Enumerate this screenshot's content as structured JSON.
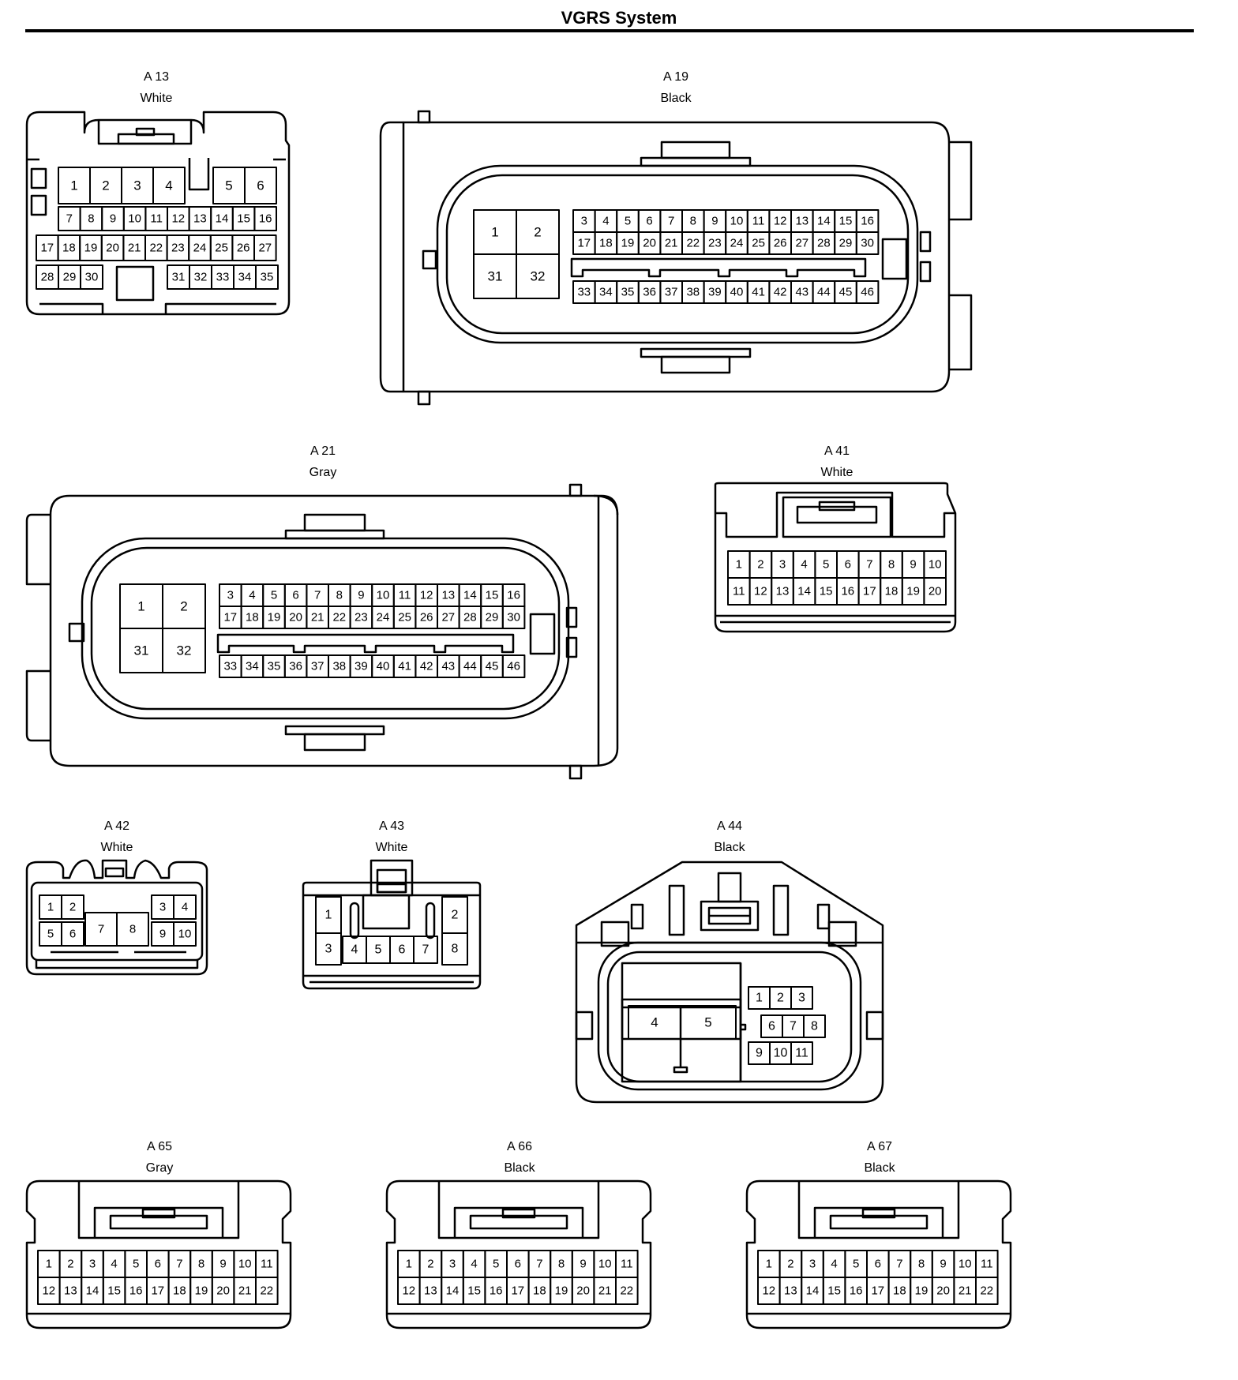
{
  "title": "VGRS System",
  "connectors": [
    {
      "id": "A13",
      "name": "A 13",
      "color": "White",
      "pins": [
        "1",
        "2",
        "3",
        "4",
        "5",
        "6",
        "7",
        "8",
        "9",
        "10",
        "11",
        "12",
        "13",
        "14",
        "15",
        "16",
        "17",
        "18",
        "19",
        "20",
        "21",
        "22",
        "23",
        "24",
        "25",
        "26",
        "27",
        "28",
        "29",
        "30",
        "31",
        "32",
        "33",
        "34",
        "35"
      ]
    },
    {
      "id": "A19",
      "name": "A 19",
      "color": "Black",
      "pins": [
        "1",
        "2",
        "31",
        "32",
        "3",
        "4",
        "5",
        "6",
        "7",
        "8",
        "9",
        "10",
        "11",
        "12",
        "13",
        "14",
        "15",
        "16",
        "17",
        "18",
        "19",
        "20",
        "21",
        "22",
        "23",
        "24",
        "25",
        "26",
        "27",
        "28",
        "29",
        "30",
        "33",
        "34",
        "35",
        "36",
        "37",
        "38",
        "39",
        "40",
        "41",
        "42",
        "43",
        "44",
        "45",
        "46"
      ]
    },
    {
      "id": "A21",
      "name": "A 21",
      "color": "Gray",
      "pins": [
        "1",
        "2",
        "31",
        "32",
        "3",
        "4",
        "5",
        "6",
        "7",
        "8",
        "9",
        "10",
        "11",
        "12",
        "13",
        "14",
        "15",
        "16",
        "17",
        "18",
        "19",
        "20",
        "21",
        "22",
        "23",
        "24",
        "25",
        "26",
        "27",
        "28",
        "29",
        "30",
        "33",
        "34",
        "35",
        "36",
        "37",
        "38",
        "39",
        "40",
        "41",
        "42",
        "43",
        "44",
        "45",
        "46"
      ]
    },
    {
      "id": "A41",
      "name": "A 41",
      "color": "White",
      "pins": [
        "1",
        "2",
        "3",
        "4",
        "5",
        "6",
        "7",
        "8",
        "9",
        "10",
        "11",
        "12",
        "13",
        "14",
        "15",
        "16",
        "17",
        "18",
        "19",
        "20"
      ]
    },
    {
      "id": "A42",
      "name": "A 42",
      "color": "White",
      "pins": [
        "1",
        "2",
        "3",
        "4",
        "5",
        "6",
        "7",
        "8",
        "9",
        "10"
      ]
    },
    {
      "id": "A43",
      "name": "A 43",
      "color": "White",
      "pins": [
        "1",
        "2",
        "3",
        "4",
        "5",
        "6",
        "7",
        "8"
      ]
    },
    {
      "id": "A44",
      "name": "A 44",
      "color": "Black",
      "pins": [
        "1",
        "2",
        "3",
        "4",
        "5",
        "6",
        "7",
        "8",
        "9",
        "10",
        "11"
      ]
    },
    {
      "id": "A65",
      "name": "A 65",
      "color": "Gray",
      "pins": [
        "1",
        "2",
        "3",
        "4",
        "5",
        "6",
        "7",
        "8",
        "9",
        "10",
        "11",
        "12",
        "13",
        "14",
        "15",
        "16",
        "17",
        "18",
        "19",
        "20",
        "21",
        "22"
      ]
    },
    {
      "id": "A66",
      "name": "A 66",
      "color": "Black",
      "pins": [
        "1",
        "2",
        "3",
        "4",
        "5",
        "6",
        "7",
        "8",
        "9",
        "10",
        "11",
        "12",
        "13",
        "14",
        "15",
        "16",
        "17",
        "18",
        "19",
        "20",
        "21",
        "22"
      ]
    },
    {
      "id": "A67",
      "name": "A 67",
      "color": "Black",
      "pins": [
        "1",
        "2",
        "3",
        "4",
        "5",
        "6",
        "7",
        "8",
        "9",
        "10",
        "11",
        "12",
        "13",
        "14",
        "15",
        "16",
        "17",
        "18",
        "19",
        "20",
        "21",
        "22"
      ]
    }
  ]
}
